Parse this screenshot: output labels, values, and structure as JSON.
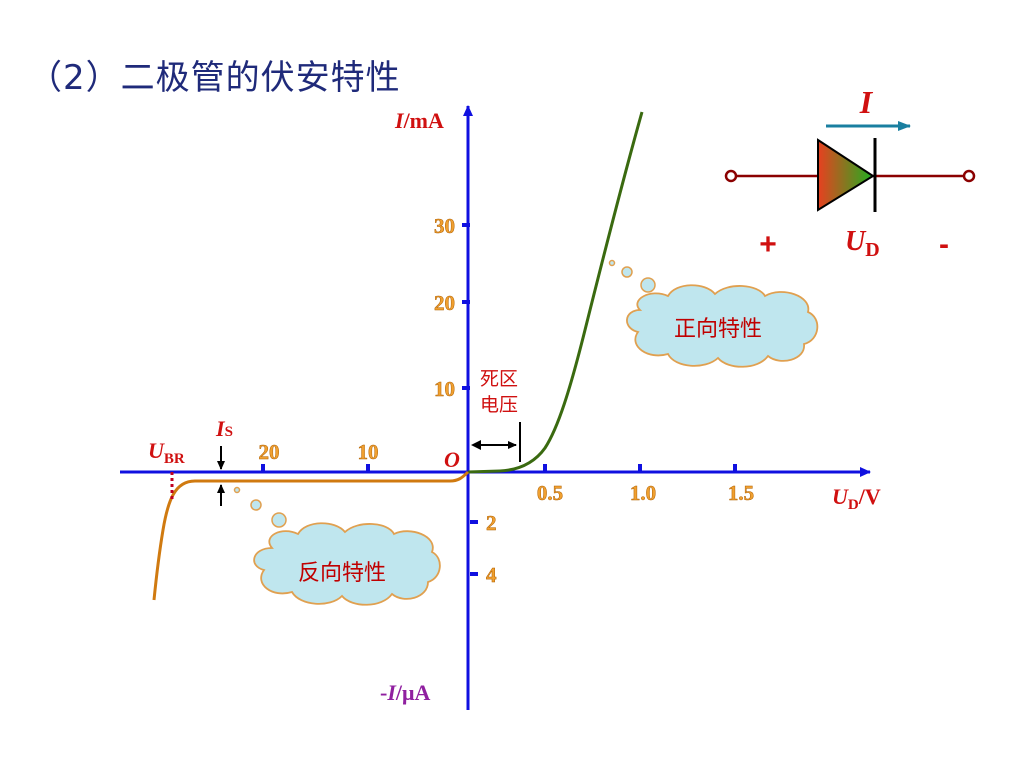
{
  "title": "（2）二极管的伏安特性",
  "axes": {
    "y_pos_label_var": "I",
    "y_pos_label_unit": "/mA",
    "y_neg_label_pre": "-",
    "y_neg_label_var": "I",
    "y_neg_label_unit": "/μA",
    "x_label_var": "U",
    "x_label_sub": "D",
    "x_label_unit": "/V",
    "origin": "O"
  },
  "ticks": {
    "y_pos": [
      "10",
      "20",
      "30"
    ],
    "y_neg": [
      "2",
      "4"
    ],
    "x_pos": [
      "0.5",
      "1.0",
      "1.5"
    ],
    "x_neg": [
      "10",
      "20"
    ]
  },
  "annotations": {
    "dead_zone_line1": "死区",
    "dead_zone_line2": "电压",
    "is_var": "I",
    "is_sub": "S",
    "ubr_var": "U",
    "ubr_sub": "BR"
  },
  "clouds": {
    "forward": "正向特性",
    "reverse": "反向特性"
  },
  "diode": {
    "current_label": "I",
    "plus": "+",
    "minus": "-",
    "voltage_var": "U",
    "voltage_sub": "D"
  },
  "colors": {
    "axis": "#1010e0",
    "forward_curve": "#3a6a10",
    "reverse_curve": "#d07a10",
    "cloud_fill": "#bfe6ee",
    "cloud_stroke": "#e0a050",
    "label_red": "#d01010",
    "diode_wire": "#8b0000"
  }
}
